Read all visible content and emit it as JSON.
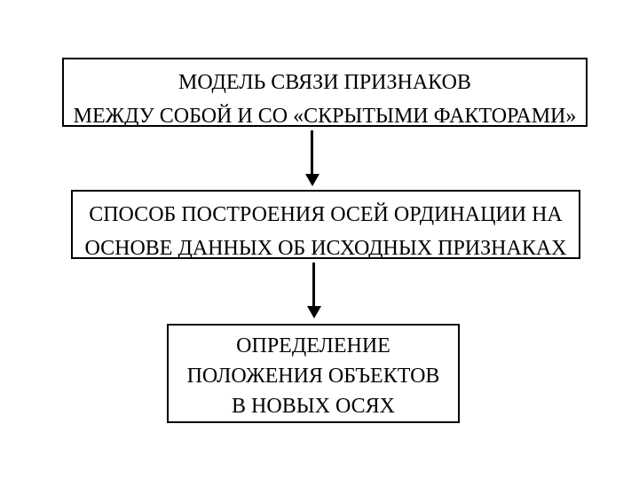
{
  "slide": {
    "background_color": "#ffffff",
    "box_border_color": "#000000",
    "text_color": "#000000",
    "arrow_color": "#000000",
    "boxes": [
      {
        "name": "model-of-feature-links",
        "lines": [
          "МОДЕЛЬ СВЯЗИ ПРИЗНАКОВ",
          "МЕЖДУ СОБОЙ И СО «СКРЫТЫМИ ФАКТОРАМИ»"
        ]
      },
      {
        "name": "ordination-axes-method",
        "lines": [
          "СПОСОБ ПОСТРОЕНИЯ ОСЕЙ ОРДИНАЦИИ НА",
          "ОСНОВЕ ДАННЫХ ОБ ИСХОДНЫХ ПРИЗНАКАХ"
        ]
      },
      {
        "name": "object-positions-in-new-axes",
        "lines": [
          "ОПРЕДЕЛЕНИЕ",
          "ПОЛОЖЕНИЯ ОБЪЕКТОВ",
          "В НОВЫХ ОСЯХ"
        ]
      }
    ]
  }
}
